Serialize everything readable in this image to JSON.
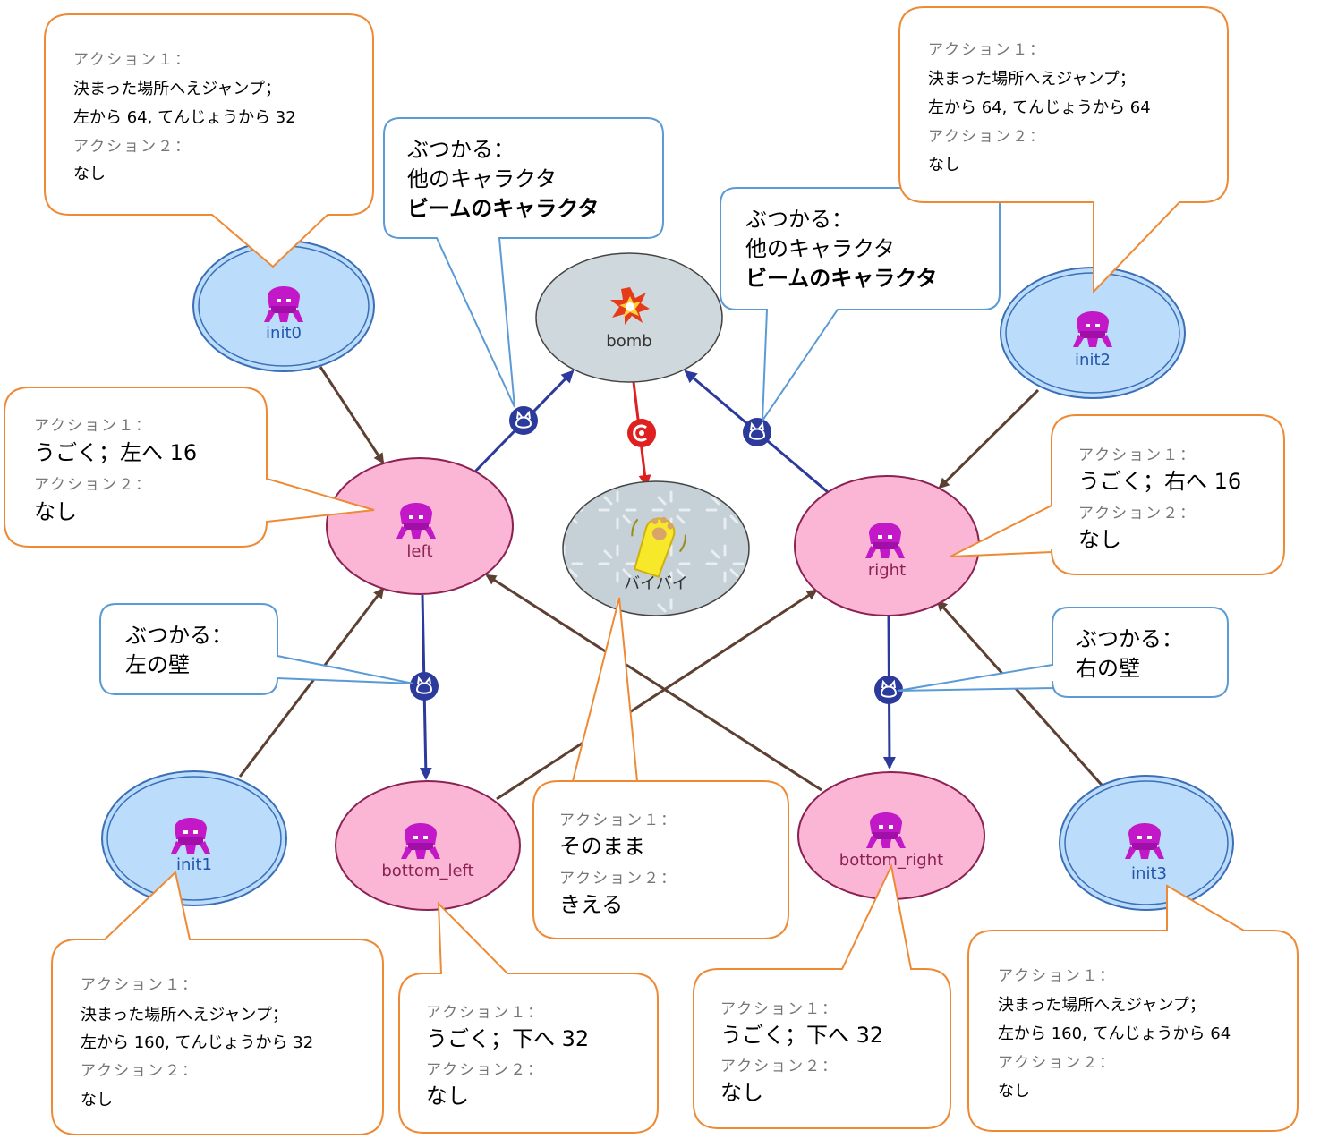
{
  "nodes": {
    "init0": {
      "label": "init0",
      "icon": "crab-character-icon"
    },
    "init1": {
      "label": "init1",
      "icon": "crab-character-icon"
    },
    "init2": {
      "label": "init2",
      "icon": "crab-character-icon"
    },
    "init3": {
      "label": "init3",
      "icon": "crab-character-icon"
    },
    "left": {
      "label": "left",
      "icon": "crab-character-icon"
    },
    "right": {
      "label": "right",
      "icon": "crab-character-icon"
    },
    "bottom_left": {
      "label": "bottom_left",
      "icon": "crab-character-icon"
    },
    "bottom_right": {
      "label": "bottom_right",
      "icon": "crab-character-icon"
    },
    "bomb": {
      "label": "bomb",
      "icon": "explosion-icon"
    },
    "byebye": {
      "label": "バイバイ",
      "icon": "waving-paw-icon"
    }
  },
  "callouts": {
    "init0": {
      "a1_label": "アクション１：",
      "a1_text": "決まった場所へえジャンプ；",
      "a1_text2": "左から 64, てんじょうから 32",
      "a2_label": "アクション２：",
      "a2_text": "なし"
    },
    "init2": {
      "a1_label": "アクション１：",
      "a1_text": "決まった場所へえジャンプ；",
      "a1_text2": "左から 64, てんじょうから 64",
      "a2_label": "アクション２：",
      "a2_text": "なし"
    },
    "init1": {
      "a1_label": "アクション１：",
      "a1_text": "決まった場所へえジャンプ；",
      "a1_text2": "左から 160, てんじょうから 32",
      "a2_label": "アクション２：",
      "a2_text": "なし"
    },
    "init3": {
      "a1_label": "アクション１：",
      "a1_text": "決まった場所へえジャンプ；",
      "a1_text2": "左から 160, てんじょうから 64",
      "a2_label": "アクション２：",
      "a2_text": "なし"
    },
    "left": {
      "a1_label": "アクション１：",
      "a1_text": "うごく；左へ 16",
      "a2_label": "アクション２：",
      "a2_text": "なし"
    },
    "right": {
      "a1_label": "アクション１：",
      "a1_text": "うごく；右へ 16",
      "a2_label": "アクション２：",
      "a2_text": "なし"
    },
    "bottom_left": {
      "a1_label": "アクション１：",
      "a1_text": "うごく；下へ 32",
      "a2_label": "アクション２：",
      "a2_text": "なし"
    },
    "bottom_right": {
      "a1_label": "アクション１：",
      "a1_text": "うごく；下へ 32",
      "a2_label": "アクション２：",
      "a2_text": "なし"
    },
    "byebye": {
      "a1_label": "アクション１：",
      "a1_text": "そのまま",
      "a2_label": "アクション２：",
      "a2_text": "きえる"
    }
  },
  "conditions": {
    "hit_bomb_left": {
      "line1": "ぶつかる：",
      "line2": "他のキャラクタ",
      "line3": "ビームのキャラクタ"
    },
    "hit_bomb_right": {
      "line1": "ぶつかる：",
      "line2": "他のキャラクタ",
      "line3": "ビームのキャラクタ"
    },
    "hit_left_wall": {
      "line1": "ぶつかる：",
      "line2": "左の壁"
    },
    "hit_right_wall": {
      "line1": "ぶつかる：",
      "line2": "右の壁"
    }
  },
  "colors": {
    "init_fill": "#bcdcfb",
    "init_stroke": "#3b6fb6",
    "state_fill": "#fbb6d6",
    "state_stroke": "#8b2252",
    "bomb_fill": "#cfd8dc",
    "callout_orange": "#ee8a35",
    "callout_blue": "#5b9bd5",
    "edge_brown": "#5d4032",
    "edge_blue": "#2b3a9b",
    "edge_red": "#e02020",
    "character_magenta": "#c218c8"
  }
}
